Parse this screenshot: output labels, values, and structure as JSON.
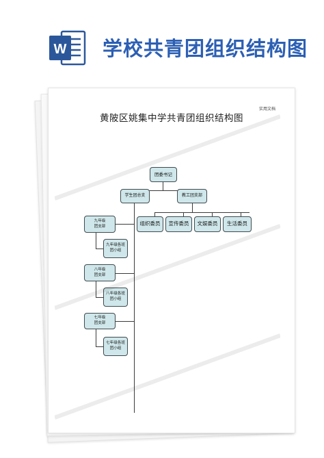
{
  "banner": {
    "title": "学校共青团组织结构图",
    "logo_icon": "word-document-icon",
    "logo_letter": "W",
    "logo_color": "#2b579a"
  },
  "document": {
    "top_note": "实用文档",
    "title": "黄陂区姚集中学共青团组织结构图"
  },
  "org_chart": {
    "root": "团委书记",
    "student_branch": "学生团总支",
    "teacher_branch": "教工团支部",
    "committee_members": [
      "组织委员",
      "宣传委员",
      "文娱委员",
      "生活委员"
    ],
    "grade9": {
      "branch": [
        "九年级",
        "团支部"
      ],
      "group": [
        "九年级各班",
        "团小组"
      ]
    },
    "grade8": {
      "branch": [
        "八年级",
        "团支部"
      ],
      "group": [
        "八年级各班",
        "团小组"
      ]
    },
    "grade7": {
      "branch": [
        "七年级",
        "团支部"
      ],
      "group": [
        "七年级各班",
        "团小组"
      ]
    },
    "node_color": "#cfe7ea"
  }
}
